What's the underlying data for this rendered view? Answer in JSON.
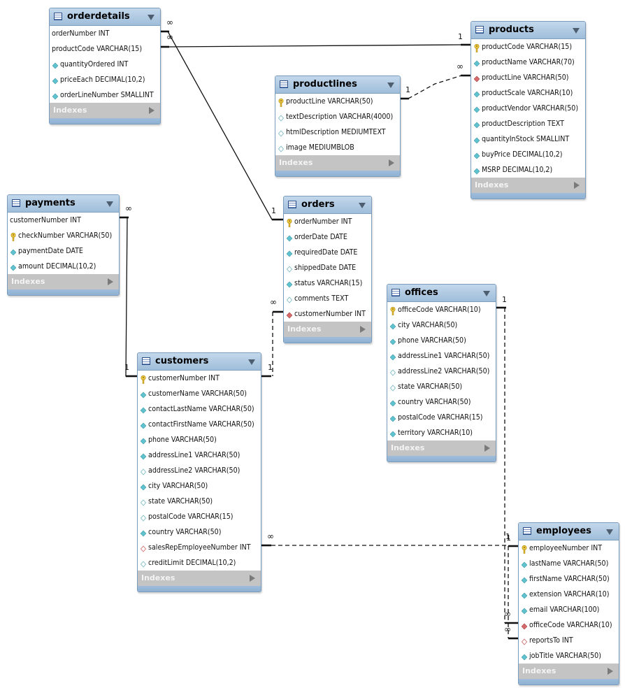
{
  "tables": [
    {
      "id": "orderdetails",
      "name": "orderdetails",
      "columns": [
        {
          "text": "orderNumber INT",
          "icon": "none"
        },
        {
          "text": "productCode VARCHAR(15)",
          "icon": "none"
        },
        {
          "text": "quantityOrdered INT",
          "icon": "diamond-filled"
        },
        {
          "text": "priceEach DECIMAL(10,2)",
          "icon": "diamond-filled"
        },
        {
          "text": "orderLineNumber SMALLINT",
          "icon": "diamond-filled"
        }
      ],
      "indexes": "Indexes"
    },
    {
      "id": "products",
      "name": "products",
      "columns": [
        {
          "text": "productCode VARCHAR(15)",
          "icon": "key"
        },
        {
          "text": "productName VARCHAR(70)",
          "icon": "diamond-filled"
        },
        {
          "text": "productLine VARCHAR(50)",
          "icon": "diamond-red"
        },
        {
          "text": "productScale VARCHAR(10)",
          "icon": "diamond-filled"
        },
        {
          "text": "productVendor VARCHAR(50)",
          "icon": "diamond-filled"
        },
        {
          "text": "productDescription TEXT",
          "icon": "diamond-filled"
        },
        {
          "text": "quantityInStock SMALLINT",
          "icon": "diamond-filled"
        },
        {
          "text": "buyPrice DECIMAL(10,2)",
          "icon": "diamond-filled"
        },
        {
          "text": "MSRP DECIMAL(10,2)",
          "icon": "diamond-filled"
        }
      ],
      "indexes": "Indexes"
    },
    {
      "id": "productlines",
      "name": "productlines",
      "columns": [
        {
          "text": "productLine VARCHAR(50)",
          "icon": "key"
        },
        {
          "text": "textDescription VARCHAR(4000)",
          "icon": "diamond-empty"
        },
        {
          "text": "htmlDescription MEDIUMTEXT",
          "icon": "diamond-empty"
        },
        {
          "text": "image MEDIUMBLOB",
          "icon": "diamond-empty"
        }
      ],
      "indexes": "Indexes"
    },
    {
      "id": "payments",
      "name": "payments",
      "columns": [
        {
          "text": "customerNumber INT",
          "icon": "none"
        },
        {
          "text": "checkNumber VARCHAR(50)",
          "icon": "key"
        },
        {
          "text": "paymentDate DATE",
          "icon": "diamond-filled"
        },
        {
          "text": "amount DECIMAL(10,2)",
          "icon": "diamond-filled"
        }
      ],
      "indexes": "Indexes"
    },
    {
      "id": "orders",
      "name": "orders",
      "columns": [
        {
          "text": "orderNumber INT",
          "icon": "key"
        },
        {
          "text": "orderDate DATE",
          "icon": "diamond-filled"
        },
        {
          "text": "requiredDate DATE",
          "icon": "diamond-filled"
        },
        {
          "text": "shippedDate DATE",
          "icon": "diamond-empty"
        },
        {
          "text": "status VARCHAR(15)",
          "icon": "diamond-filled"
        },
        {
          "text": "comments TEXT",
          "icon": "diamond-empty"
        },
        {
          "text": "customerNumber INT",
          "icon": "diamond-red"
        }
      ],
      "indexes": "Indexes"
    },
    {
      "id": "offices",
      "name": "offices",
      "columns": [
        {
          "text": "officeCode VARCHAR(10)",
          "icon": "key"
        },
        {
          "text": "city VARCHAR(50)",
          "icon": "diamond-filled"
        },
        {
          "text": "phone VARCHAR(50)",
          "icon": "diamond-filled"
        },
        {
          "text": "addressLine1 VARCHAR(50)",
          "icon": "diamond-filled"
        },
        {
          "text": "addressLine2 VARCHAR(50)",
          "icon": "diamond-empty"
        },
        {
          "text": "state VARCHAR(50)",
          "icon": "diamond-empty"
        },
        {
          "text": "country VARCHAR(50)",
          "icon": "diamond-filled"
        },
        {
          "text": "postalCode VARCHAR(15)",
          "icon": "diamond-filled"
        },
        {
          "text": "territory VARCHAR(10)",
          "icon": "diamond-filled"
        }
      ],
      "indexes": "Indexes"
    },
    {
      "id": "customers",
      "name": "customers",
      "columns": [
        {
          "text": "customerNumber INT",
          "icon": "key"
        },
        {
          "text": "customerName VARCHAR(50)",
          "icon": "diamond-filled"
        },
        {
          "text": "contactLastName VARCHAR(50)",
          "icon": "diamond-filled"
        },
        {
          "text": "contactFirstName VARCHAR(50)",
          "icon": "diamond-filled"
        },
        {
          "text": "phone VARCHAR(50)",
          "icon": "diamond-filled"
        },
        {
          "text": "addressLine1 VARCHAR(50)",
          "icon": "diamond-filled"
        },
        {
          "text": "addressLine2 VARCHAR(50)",
          "icon": "diamond-empty"
        },
        {
          "text": "city VARCHAR(50)",
          "icon": "diamond-filled"
        },
        {
          "text": "state VARCHAR(50)",
          "icon": "diamond-empty"
        },
        {
          "text": "postalCode VARCHAR(15)",
          "icon": "diamond-empty"
        },
        {
          "text": "country VARCHAR(50)",
          "icon": "diamond-filled"
        },
        {
          "text": "salesRepEmployeeNumber INT",
          "icon": "diamond-red-empty"
        },
        {
          "text": "creditLimit DECIMAL(10,2)",
          "icon": "diamond-empty"
        }
      ],
      "indexes": "Indexes"
    },
    {
      "id": "employees",
      "name": "employees",
      "columns": [
        {
          "text": "employeeNumber INT",
          "icon": "key"
        },
        {
          "text": "lastName VARCHAR(50)",
          "icon": "diamond-filled"
        },
        {
          "text": "firstName VARCHAR(50)",
          "icon": "diamond-filled"
        },
        {
          "text": "extension VARCHAR(10)",
          "icon": "diamond-filled"
        },
        {
          "text": "email VARCHAR(100)",
          "icon": "diamond-filled"
        },
        {
          "text": "officeCode VARCHAR(10)",
          "icon": "diamond-red"
        },
        {
          "text": "reportsTo INT",
          "icon": "diamond-red-empty"
        },
        {
          "text": "jobTitle VARCHAR(50)",
          "icon": "diamond-filled"
        }
      ],
      "indexes": "Indexes"
    }
  ],
  "relationships": [
    {
      "from": "orderdetails.productCode",
      "to": "products.productCode",
      "from_card": "∞",
      "to_card": "1",
      "identifying": true
    },
    {
      "from": "orderdetails.orderNumber",
      "to": "orders.orderNumber",
      "from_card": "∞",
      "to_card": "1",
      "identifying": true
    },
    {
      "from": "products.productLine",
      "to": "productlines.productLine",
      "from_card": "∞",
      "to_card": "1",
      "identifying": false
    },
    {
      "from": "payments.customerNumber",
      "to": "customers.customerNumber",
      "from_card": "∞",
      "to_card": "1",
      "identifying": true
    },
    {
      "from": "orders.customerNumber",
      "to": "customers.customerNumber",
      "from_card": "∞",
      "to_card": "1",
      "identifying": false
    },
    {
      "from": "customers.salesRepEmployeeNumber",
      "to": "employees.employeeNumber",
      "from_card": "∞",
      "to_card": "1",
      "identifying": false
    },
    {
      "from": "employees.officeCode",
      "to": "offices.officeCode",
      "from_card": "∞",
      "to_card": "1",
      "identifying": false
    },
    {
      "from": "employees.reportsTo",
      "to": "employees.employeeNumber",
      "from_card": "∞",
      "to_card": "1",
      "identifying": false
    }
  ],
  "colors": {
    "header": "#a9c6e2",
    "indexes_bar": "#c4c4c4",
    "key": "#e8c63a",
    "diamond": "#5fc3cf",
    "diamond_red": "#c95454"
  }
}
